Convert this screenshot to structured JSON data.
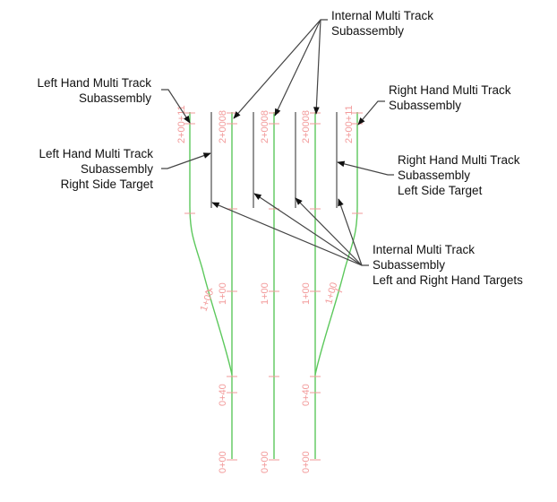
{
  "callouts": {
    "internal_top": {
      "lines": [
        "Internal Multi Track",
        "Subassembly"
      ]
    },
    "left_hand": {
      "lines": [
        "Left Hand Multi Track",
        "Subassembly"
      ]
    },
    "right_hand": {
      "lines": [
        "Right Hand Multi Track",
        "Subassembly"
      ]
    },
    "left_hand_target": {
      "lines": [
        "Left Hand Multi Track",
        "Subassembly",
        "Right Side Target"
      ]
    },
    "right_hand_target": {
      "lines": [
        "Right Hand Multi Track",
        "Subassembly",
        "Left Side Target"
      ]
    },
    "internal_targets": {
      "lines": [
        "Internal Multi Track",
        "Subassembly",
        "Left and Right Hand Targets"
      ]
    }
  },
  "stations": {
    "top_outer": "2+00+11",
    "top_inner": "2+0008",
    "one_hundred": "1+00",
    "forty": "0+40",
    "zero": "0+00"
  },
  "colors": {
    "alignment": "#5cc85c",
    "target": "#7a7a7a",
    "station_label": "#f29a9a",
    "leader": "#444444"
  }
}
